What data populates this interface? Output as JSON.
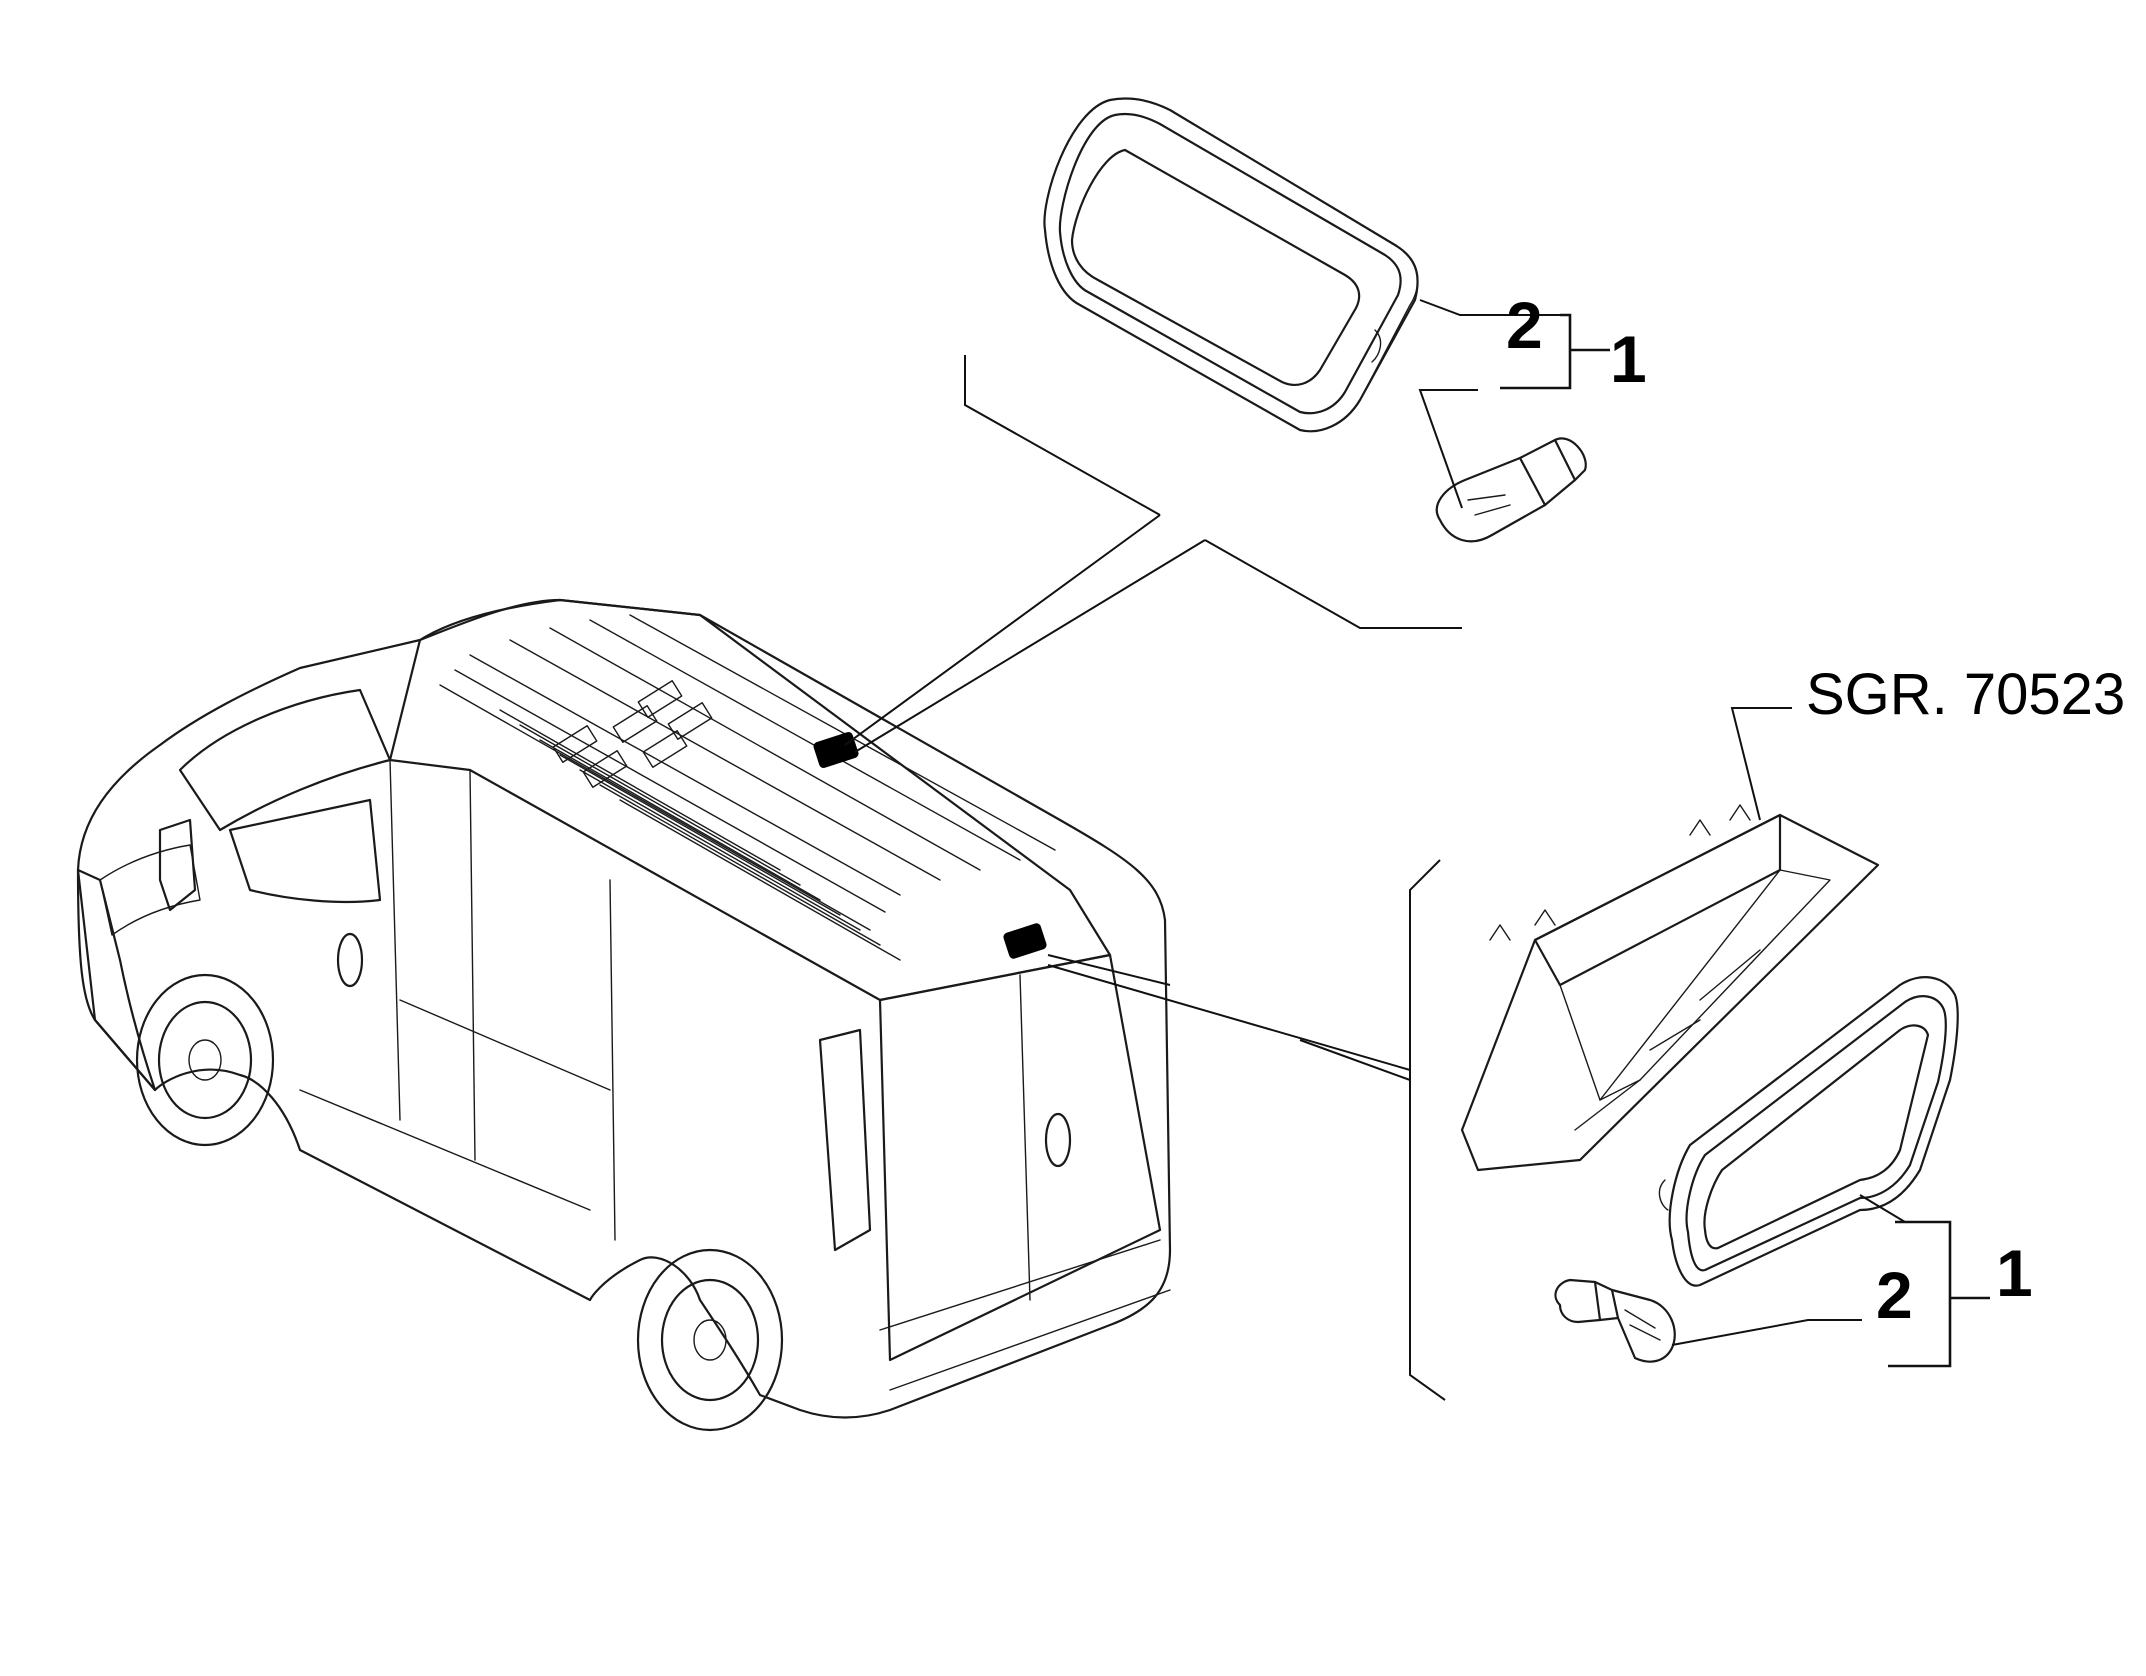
{
  "callouts": {
    "top_assembly": "1",
    "top_bulb": "2",
    "bottom_assembly": "1",
    "bottom_bulb": "2"
  },
  "reference_label": "SGR. 70523"
}
